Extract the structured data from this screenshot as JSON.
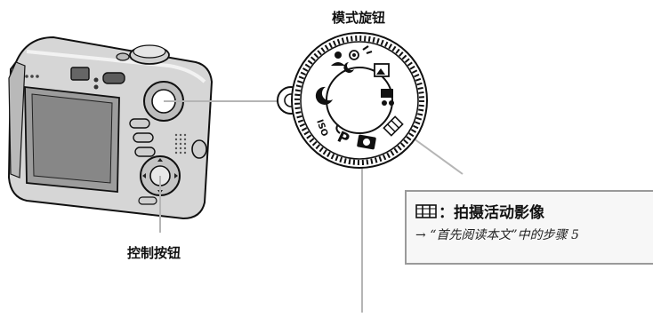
{
  "labels": {
    "dial_title": "模式旋钮",
    "control_button": "控制按钮"
  },
  "callout": {
    "icon": "film-icon",
    "title": "：拍摄活动影像",
    "arrow": "→",
    "body": "“首先阅读本文”中的步骤 5"
  },
  "dial_symbols": {
    "program": "P",
    "iso": "ISO"
  },
  "colors": {
    "leader_line": "#b5b5b5",
    "callout_border": "#9a9a9a",
    "callout_bg": "#f7f7f7",
    "ink": "#111111"
  }
}
